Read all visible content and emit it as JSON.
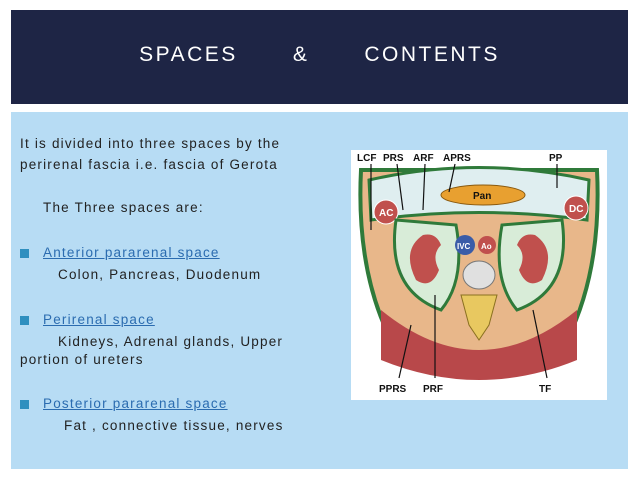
{
  "header": {
    "title": "SPACES   &   CONTENTS"
  },
  "intro": {
    "line1": "It is divided into three spaces by the",
    "line2": "perirenal fascia i.e. fascia of Gerota",
    "subheading": "The Three spaces are:"
  },
  "spaces": [
    {
      "name": "Anterior pararenal space",
      "contents": [
        "Colon, Pancreas, Duodenum"
      ]
    },
    {
      "name": "Perirenal space",
      "contents": [
        "Kidneys, Adrenal glands, Upper",
        "portion of ureters"
      ]
    },
    {
      "name": "Posterior pararenal space",
      "contents": [
        "Fat , connective tissue, nerves"
      ]
    }
  ],
  "figure": {
    "labels_top": [
      "LCF",
      "PRS",
      "ARF",
      "APRS",
      "PP"
    ],
    "labels_bottom": [
      "PPRS",
      "PRF",
      "TF"
    ],
    "organ_labels": [
      "Pan",
      "AC",
      "DC",
      "IVC",
      "Ao"
    ]
  },
  "colors": {
    "header_bg": "#1e2545",
    "content_bg": "#b7dcf4",
    "link": "#2b6cb0",
    "bullet": "#2f8fbf"
  }
}
